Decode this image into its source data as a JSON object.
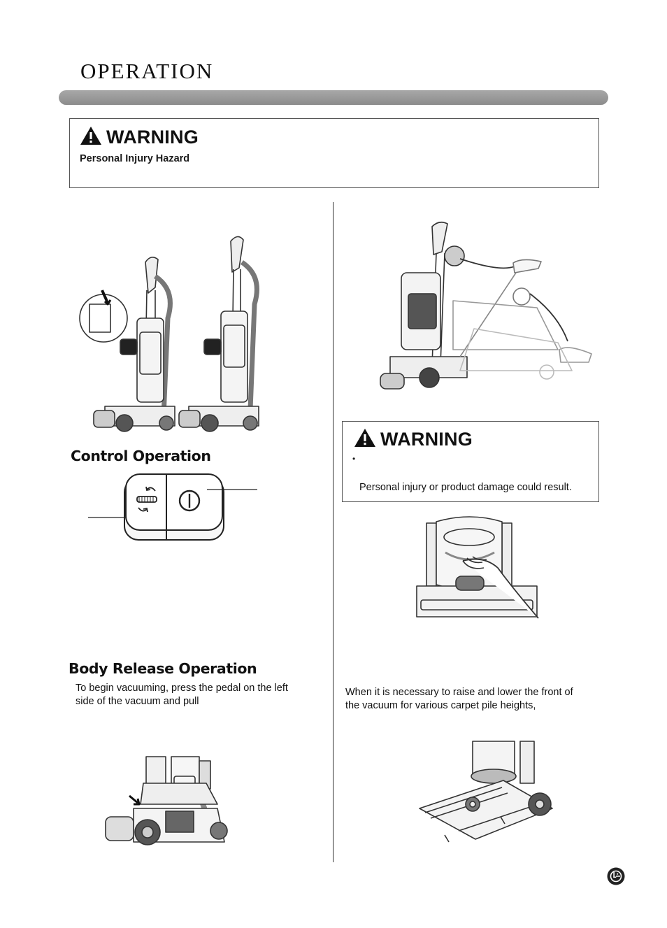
{
  "page": {
    "title": "OPERATION"
  },
  "warning_top": {
    "title": "WARNING",
    "subtitle": "Personal Injury Hazard"
  },
  "warning_right": {
    "title": "WARNING",
    "bullet": "•",
    "note": "Personal injury or product damage could result."
  },
  "sections": {
    "control_operation": "Control Operation",
    "body_release": {
      "heading": "Body Release Operation",
      "text_line1": "To begin vacuuming, press the pedal on the left",
      "text_line2": "side of the vacuum and pull"
    },
    "height_adjust": {
      "text_line1": "When it is necessary to raise and lower the front of",
      "text_line2": "the vacuum for various carpet pile heights,"
    }
  },
  "icons": {
    "warning": "warning-triangle-icon",
    "power": "power-icon",
    "brushroll": "brushroll-rotation-icon",
    "brand": "brand-logo-icon"
  },
  "colors": {
    "header_bar": "#999999",
    "text": "#111111",
    "line_art": "#333333"
  }
}
